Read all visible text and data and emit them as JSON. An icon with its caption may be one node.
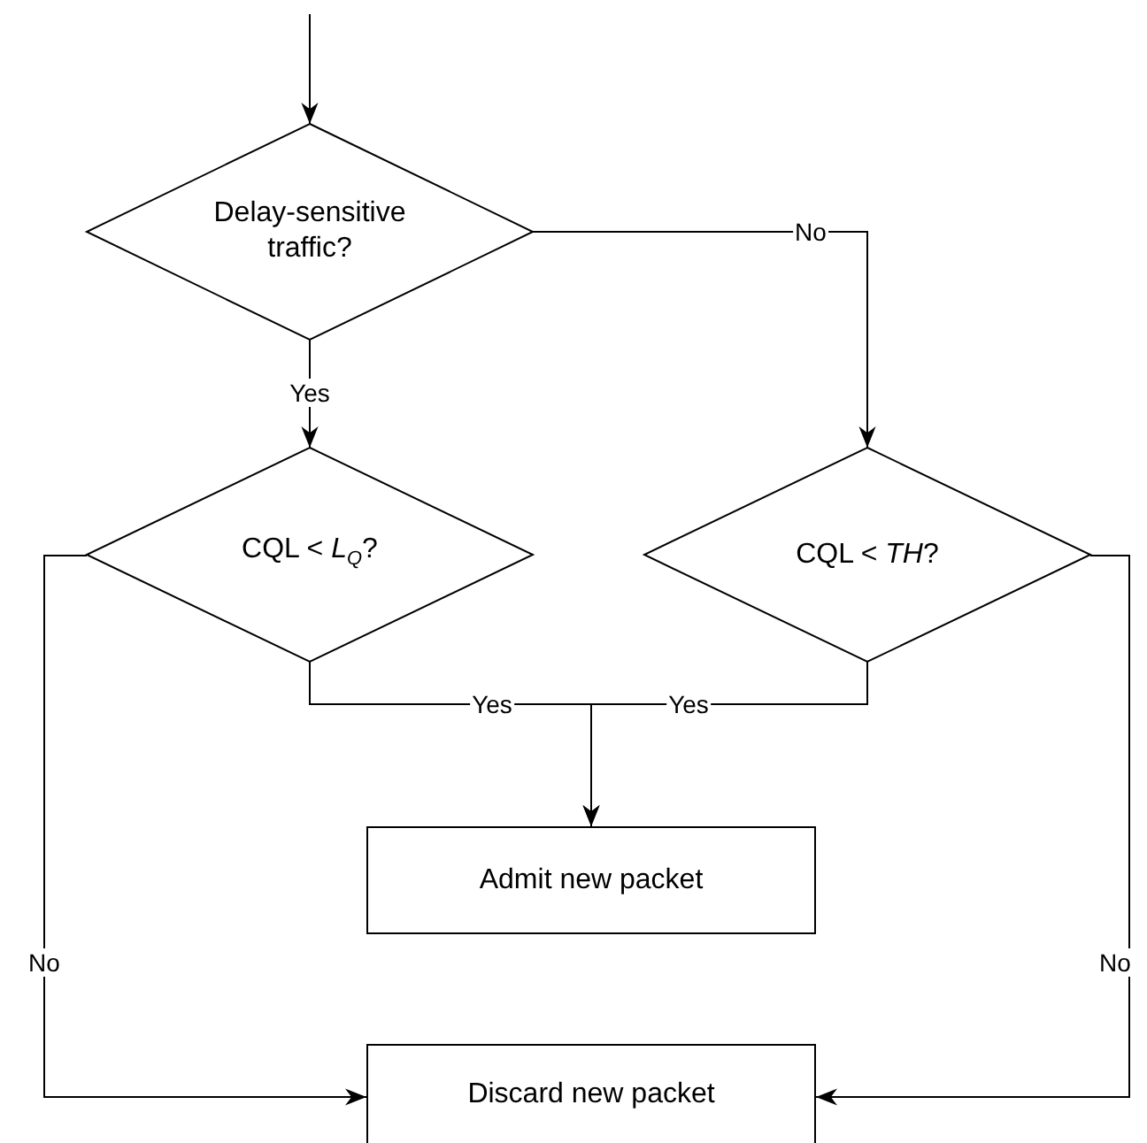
{
  "diagram": {
    "nodes": [
      {
        "text": [
          "Delay-sensitive traffic?"
        ]
      },
      {
        "text": [
          "CQL < *L*$_{Q}$?"
        ]
      },
      {
        "text": [
          "CQL < *TH*?"
        ]
      },
      {
        "text": [
          "Admit new packet"
        ]
      },
      {
        "text": [
          "Discard new packet"
        ]
      }
    ],
    "edges": [
      {
        "from": null,
        "to": 0,
        "arrow": "to"
      },
      {
        "from": 0,
        "to": 1,
        "arrow": "to",
        "label": "Yes"
      },
      {
        "from": 0,
        "to": 2,
        "arrow": "to",
        "label": "No"
      },
      {
        "from": 1,
        "to": 3,
        "arrow": "to",
        "label": "Yes"
      },
      {
        "from": 2,
        "to": 3,
        "arrow": "to",
        "label": "Yes"
      },
      {
        "from": 1,
        "to": 4,
        "arrow": "to",
        "label": "No"
      },
      {
        "from": 2,
        "to": 4,
        "arrow": "to",
        "label": "No"
      }
    ]
  }
}
